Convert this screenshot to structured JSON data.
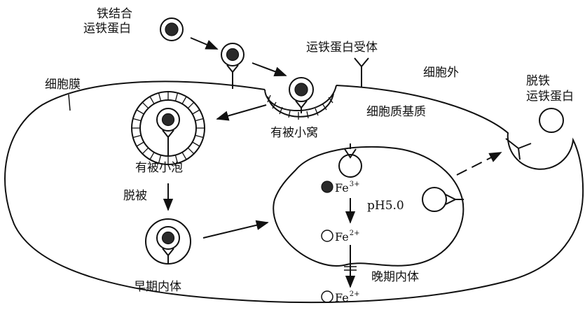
{
  "labels": {
    "iron_bound_transferrin_1": "铁结合",
    "iron_bound_transferrin_2": "运铁蛋白",
    "transferrin_receptor": "运铁蛋白受体",
    "cell_membrane": "细胞膜",
    "extracellular": "细胞外",
    "apo_transferrin_1": "脱铁",
    "apo_transferrin_2": "运铁蛋白",
    "cytoplasmic_matrix": "细胞质基质",
    "coated_pit": "有被小窝",
    "coated_vesicle": "有被小泡",
    "uncoating": "脱被",
    "early_endosome": "早期内体",
    "late_endosome": "晚期内体",
    "ph_value": "pH5.0",
    "fe3_base": "Fe",
    "fe3_charge": "3+",
    "fe2_base": "Fe",
    "fe2_charge": "2+",
    "fe2_out_base": "Fe",
    "fe2_out_charge": "2+"
  },
  "colors": {
    "ink": "#111111",
    "iron_fill": "#2a2a2a",
    "background": "#ffffff"
  }
}
